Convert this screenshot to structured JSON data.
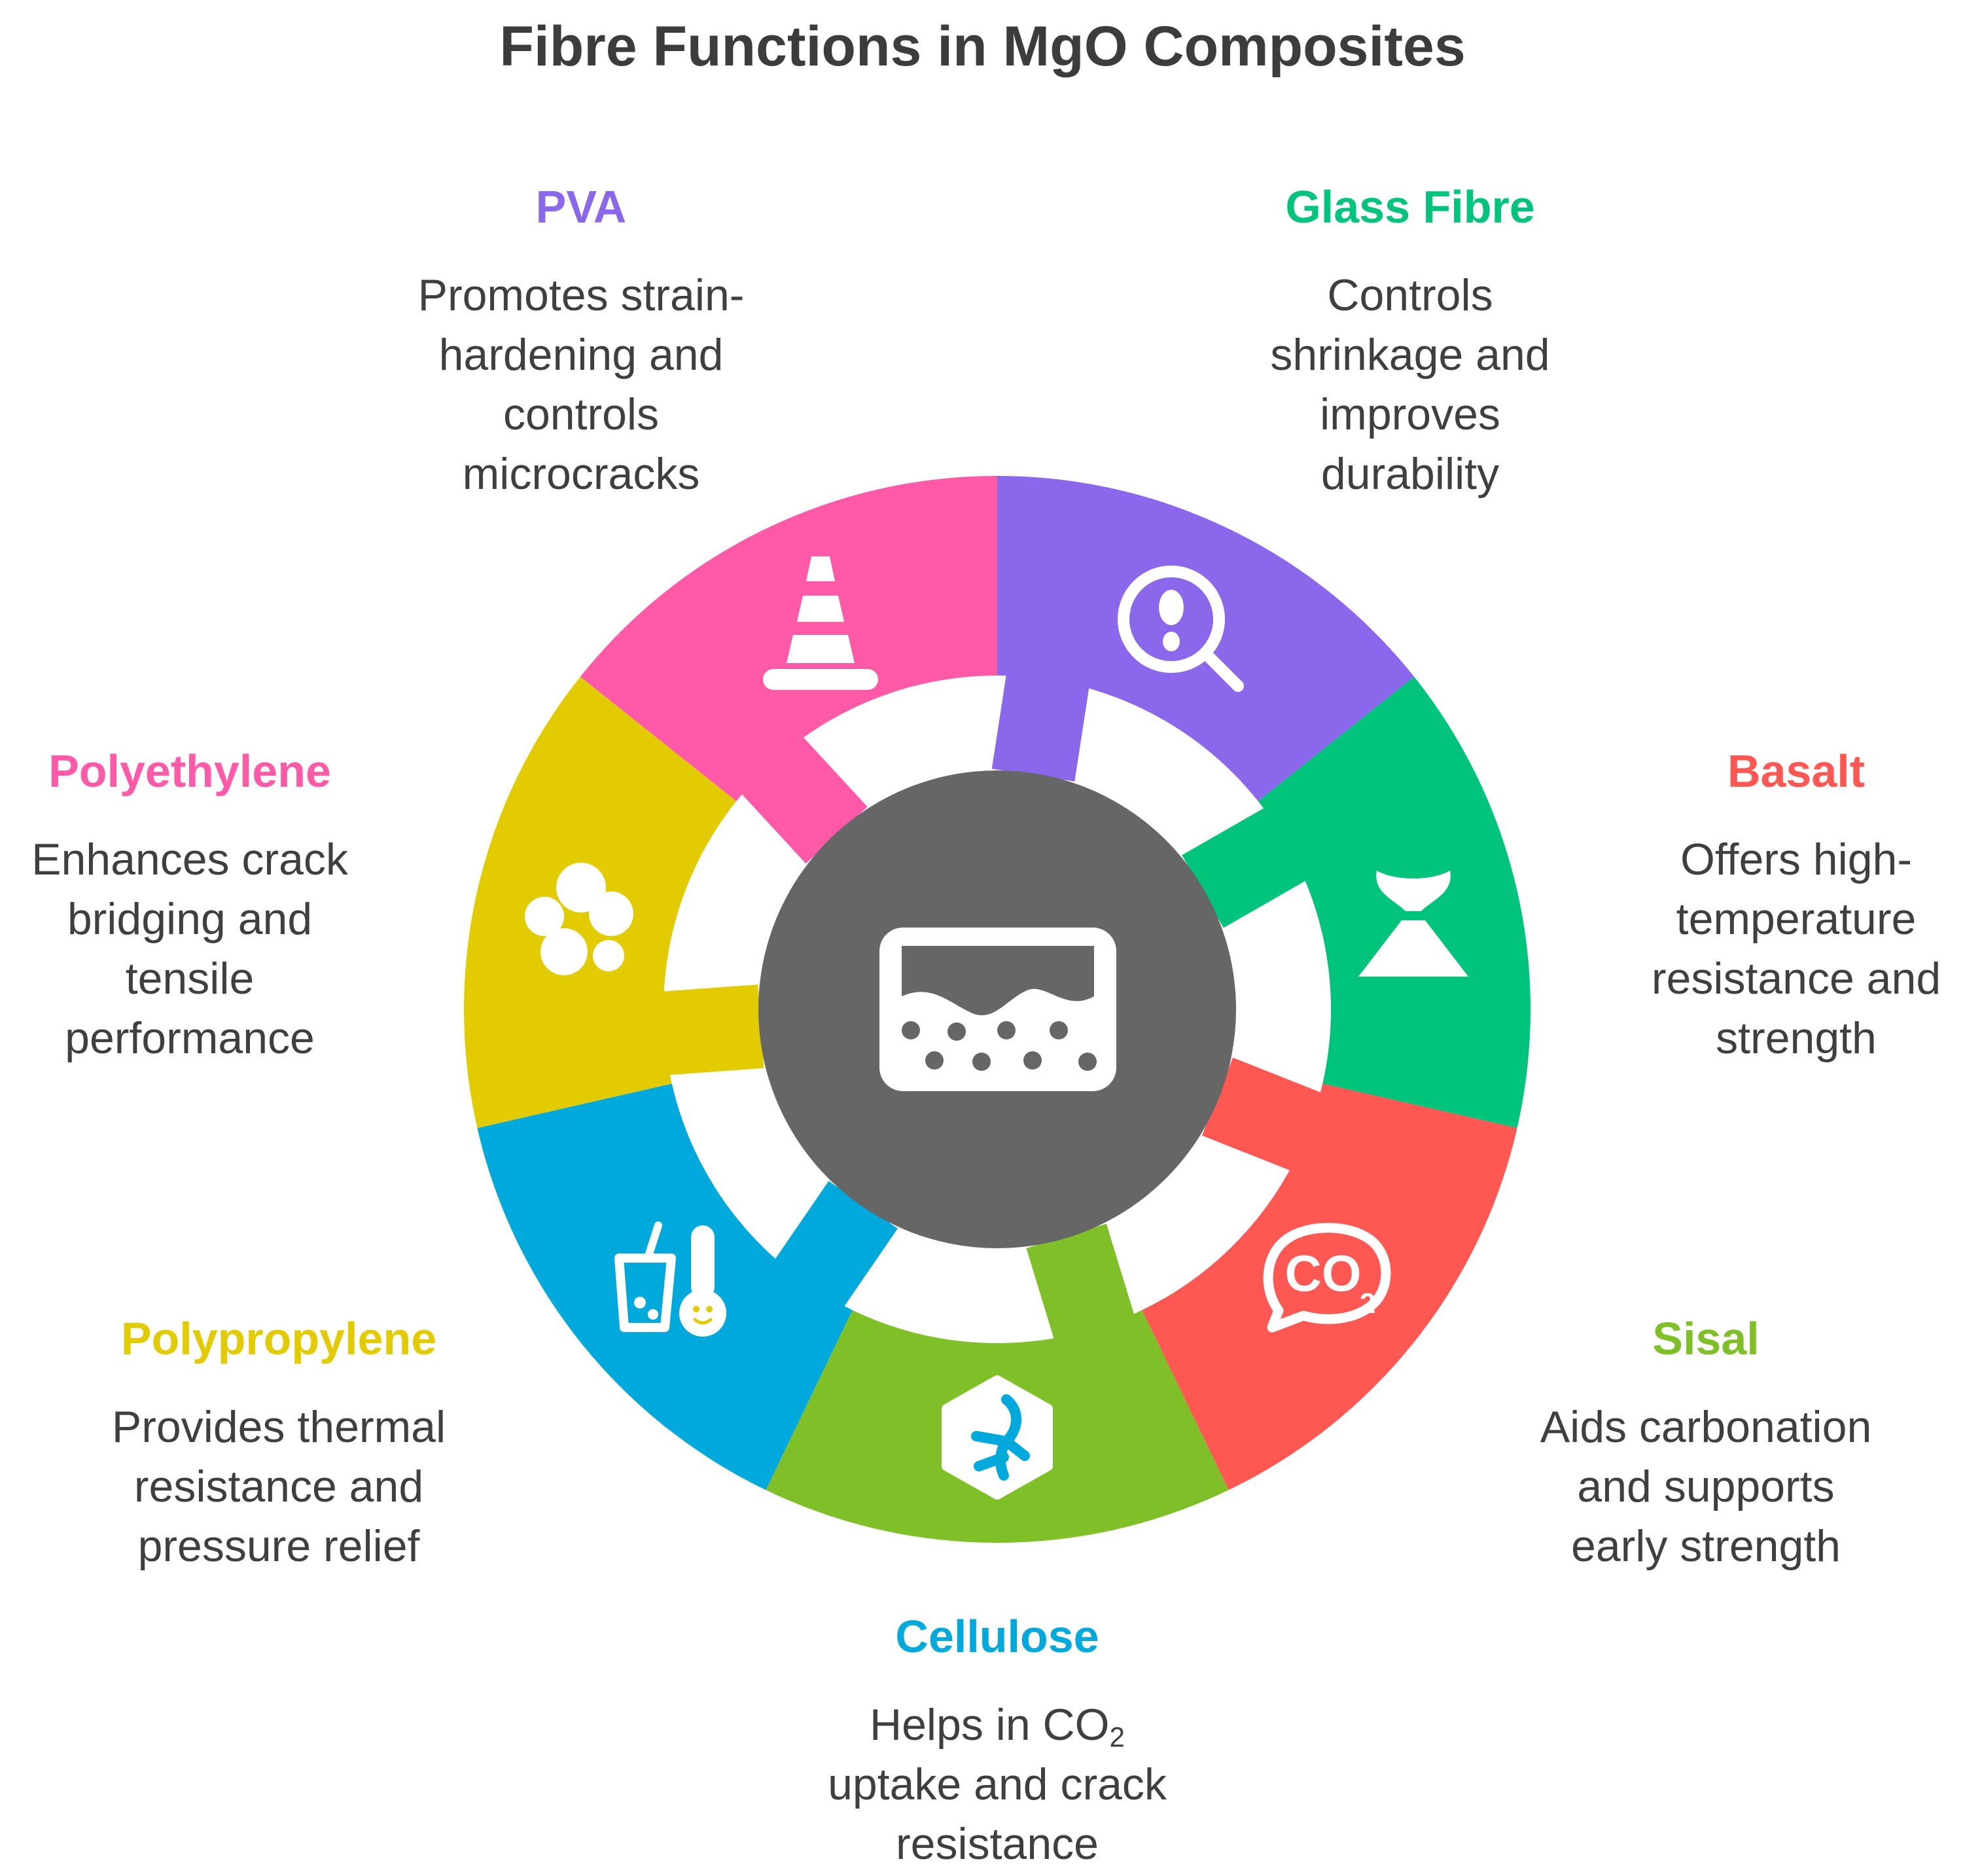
{
  "title": "Fibre Functions in MgO Composites",
  "center_icon": "mgo-matrix-icon",
  "segments": [
    {
      "id": "pva",
      "name": "PVA",
      "color": "#8a67eb",
      "icon": "traffic-cone-icon",
      "lines": [
        "Promotes strain-",
        "hardening and",
        "controls",
        "microcracks"
      ]
    },
    {
      "id": "glass-fibre",
      "name": "Glass Fibre",
      "color": "#00c37c",
      "icon": "magnifier-footprint-icon",
      "lines": [
        "Controls",
        "shrinkage and",
        "improves",
        "durability"
      ]
    },
    {
      "id": "basalt",
      "name": "Basalt",
      "color": "#ff5752",
      "icon": "volcano-icon",
      "lines": [
        "Offers high-",
        "temperature",
        "resistance and",
        "strength"
      ]
    },
    {
      "id": "sisal",
      "name": "Sisal",
      "color": "#7fbf27",
      "icon": "co2-speech-bubble-icon",
      "lines": [
        "Aids carbonation",
        "and supports",
        "early strength"
      ]
    },
    {
      "id": "cellulose",
      "name": "Cellulose",
      "color": "#00a9dc",
      "icon": "hexagon-fibre-icon",
      "lines": [
        "Helps in CO",
        "uptake and crack",
        "resistance"
      ],
      "subscript_line0": "2"
    },
    {
      "id": "polypropylene",
      "name": "Polypropylene",
      "color": "#e2cb00",
      "icon": "cup-thermometer-icon",
      "lines": [
        "Provides thermal",
        "resistance and",
        "pressure relief"
      ]
    },
    {
      "id": "polyethylene",
      "name": "Polyethylene",
      "color": "#ff5aa8",
      "icon": "cells-cluster-icon",
      "lines": [
        "Enhances crack",
        "bridging and",
        "tensile",
        "performance"
      ]
    }
  ]
}
